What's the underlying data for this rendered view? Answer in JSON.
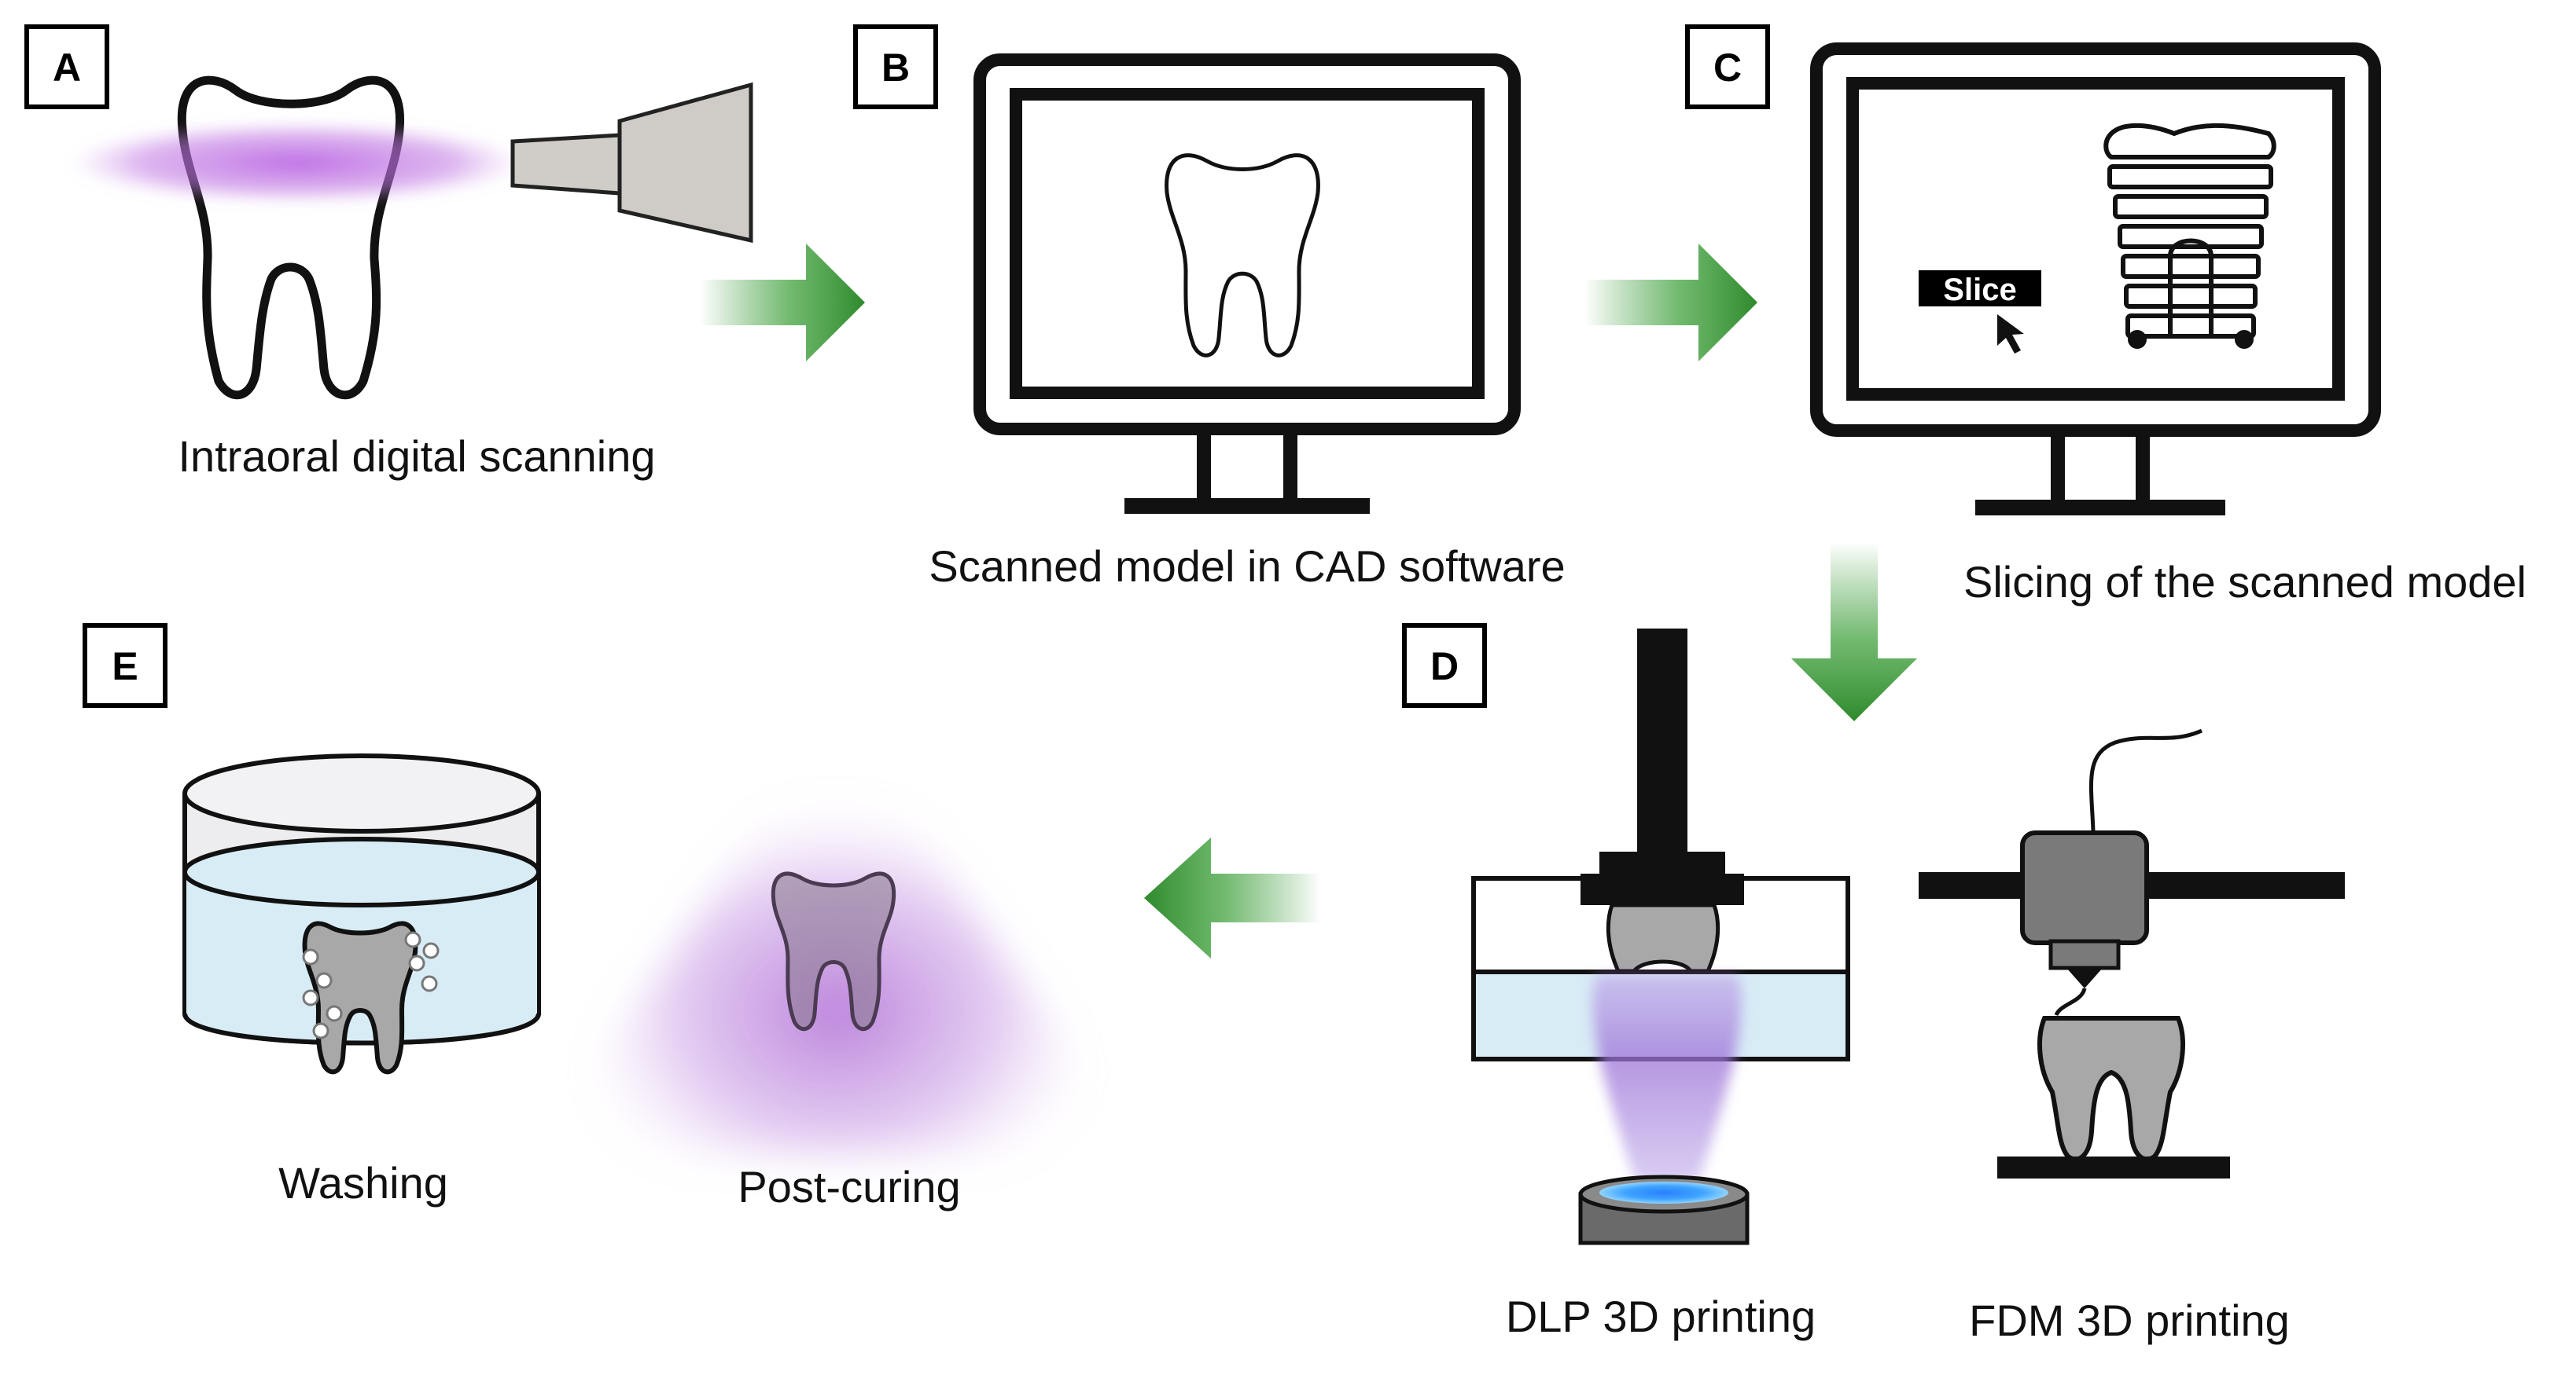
{
  "panels": [
    {
      "id": "A",
      "label": "A",
      "caption": "Intraoral digital scanning"
    },
    {
      "id": "B",
      "label": "B",
      "caption": "Scanned model in CAD software"
    },
    {
      "id": "C",
      "label": "C",
      "caption": "Slicing of the scanned model"
    },
    {
      "id": "D",
      "label": "D"
    },
    {
      "id": "E",
      "label": "E"
    }
  ],
  "slice_button": "Slice",
  "steps": {
    "dlp": "DLP 3D printing",
    "fdm": "FDM 3D printing",
    "washing": "Washing",
    "post_curing": "Post-curing"
  },
  "colors": {
    "arrow_green": "#3e9a3a",
    "uv_purple": "#b060d8",
    "resin_blue": "#d8ecf6",
    "printed_gray": "#a8a8a8"
  }
}
